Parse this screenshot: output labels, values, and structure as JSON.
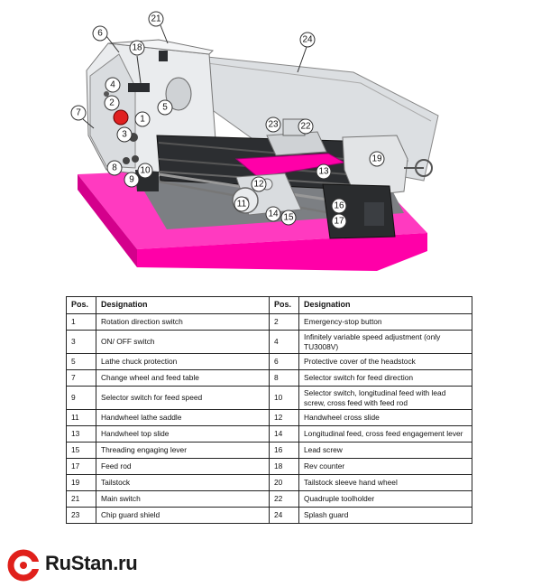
{
  "table": {
    "headers": [
      "Pos.",
      "Designation",
      "Pos.",
      "Designation"
    ],
    "rows": [
      [
        "1",
        "Rotation direction switch",
        "2",
        "Emergency-stop button"
      ],
      [
        "3",
        "ON/ OFF switch",
        "4",
        "Infinitely variable speed adjustment (only TU3008V)"
      ],
      [
        "5",
        "Lathe chuck protection",
        "6",
        "Protective cover of the headstock"
      ],
      [
        "7",
        "Change wheel and feed table",
        "8",
        "Selector switch for feed direction"
      ],
      [
        "9",
        "Selector switch for feed speed",
        "10",
        "Selector switch, longitudinal feed with lead screw, cross feed with feed rod"
      ],
      [
        "11",
        "Handwheel lathe saddle",
        "12",
        "Handwheel cross slide"
      ],
      [
        "13",
        "Handwheel top slide",
        "14",
        "Longitudinal feed, cross feed engagement lever"
      ],
      [
        "15",
        "Threading engaging lever",
        "16",
        "Lead screw"
      ],
      [
        "17",
        "Feed rod",
        "18",
        "Rev counter"
      ],
      [
        "19",
        "Tailstock",
        "20",
        "Tailstock sleeve hand wheel"
      ],
      [
        "21",
        "Main switch",
        "22",
        "Quadruple toolholder"
      ],
      [
        "23",
        "Chip guard shield",
        "24",
        "Splash guard"
      ]
    ]
  },
  "callouts": [
    "1",
    "2",
    "3",
    "4",
    "5",
    "6",
    "7",
    "8",
    "9",
    "10",
    "11",
    "12",
    "13",
    "14",
    "15",
    "16",
    "17",
    "18",
    "19",
    "21",
    "22",
    "23",
    "24"
  ],
  "brand": {
    "name": "RuStan.ru",
    "logo_color": "#e0201b"
  },
  "colors": {
    "base": "#ff00a8",
    "machine": "#e2e4e6",
    "dark": "#2a2c2e"
  }
}
